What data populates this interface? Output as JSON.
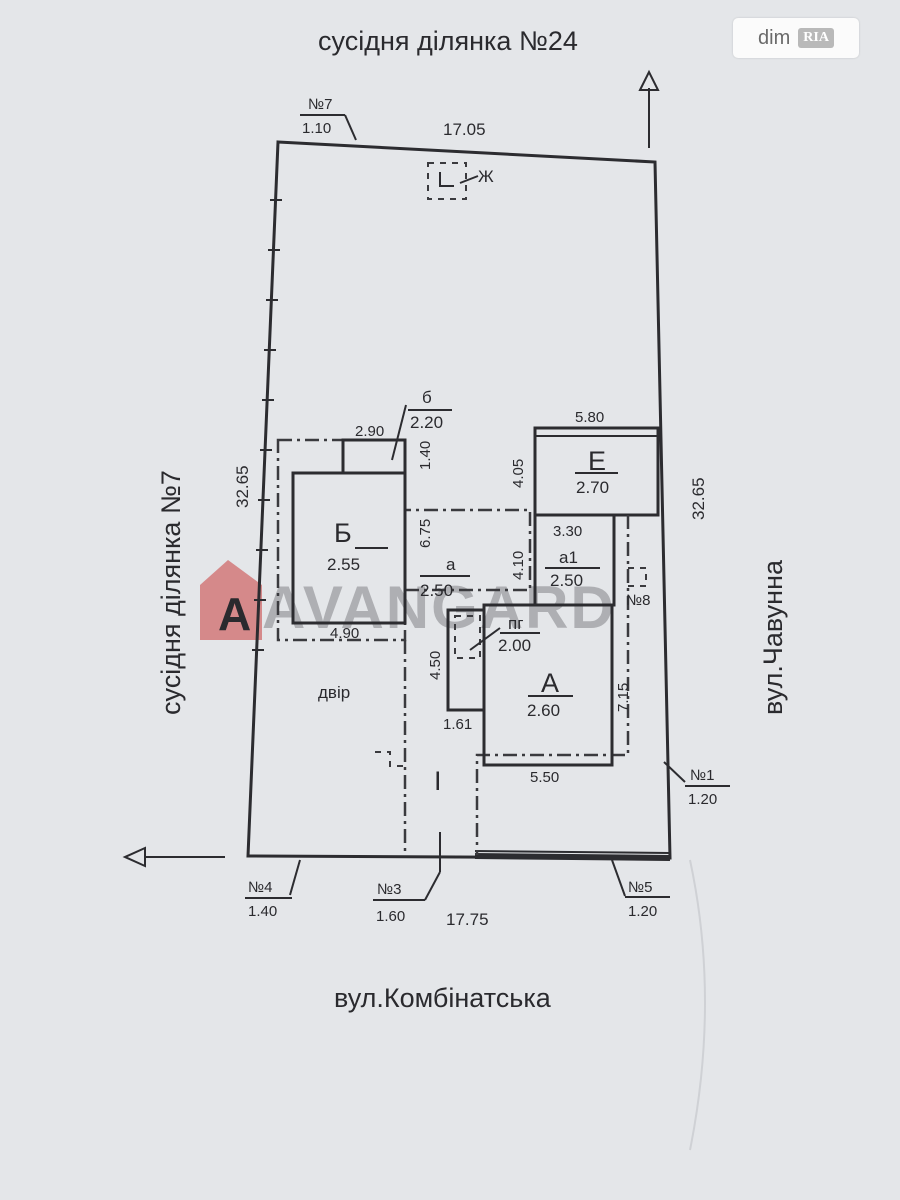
{
  "watermark": {
    "site": "dim",
    "brand": "RIA",
    "agency_letter": "A",
    "agency": "AVANGARD"
  },
  "neighbors": {
    "top": "сусідня ділянка  №24",
    "left": "сусідня ділянка  №7"
  },
  "streets": {
    "bottom": "вул.Комбінатська",
    "right": "вул.Чавунна"
  },
  "dimensions": {
    "top_width": "17.05",
    "bottom_width": "17.75",
    "left_depth": "32.65",
    "right_depth": "32.65"
  },
  "markers": [
    {
      "id": "m7",
      "num": "№7",
      "val": "1.10"
    },
    {
      "id": "m1",
      "num": "№1",
      "val": "1.20"
    },
    {
      "id": "m4",
      "num": "№4",
      "val": "1.40"
    },
    {
      "id": "m3",
      "num": "№3",
      "val": "1.60"
    },
    {
      "id": "m5",
      "num": "№5",
      "val": "1.20"
    },
    {
      "id": "m8",
      "num": "№8"
    }
  ],
  "buildings": [
    {
      "id": "B",
      "name": "Б",
      "height": "2.55"
    },
    {
      "id": "E",
      "name": "Е",
      "height": "2.70"
    },
    {
      "id": "A",
      "name": "А",
      "height": "2.60"
    },
    {
      "id": "a",
      "name": "а",
      "height": "2.50"
    },
    {
      "id": "a1",
      "name": "а1",
      "height": "2.50"
    },
    {
      "id": "pg",
      "name": "пг",
      "height": "2.00"
    },
    {
      "id": "b",
      "name": "б",
      "height": "2.20"
    }
  ],
  "labels": {
    "well": "Ж",
    "yard": "двір",
    "roman_one": "I",
    "d_b_top": "2.90",
    "d_b_porch": "1.40",
    "d_b_bottom": "4.90",
    "d_b_side": "6.75",
    "d_e_top": "5.80",
    "d_e_side": "4.05",
    "d_a1_top": "3.30",
    "d_a1_side": "4.10",
    "d_a_side": "4.50",
    "d_a_width": "1.61",
    "d_a_bottom": "5.50",
    "d_a_right": "7.15"
  }
}
